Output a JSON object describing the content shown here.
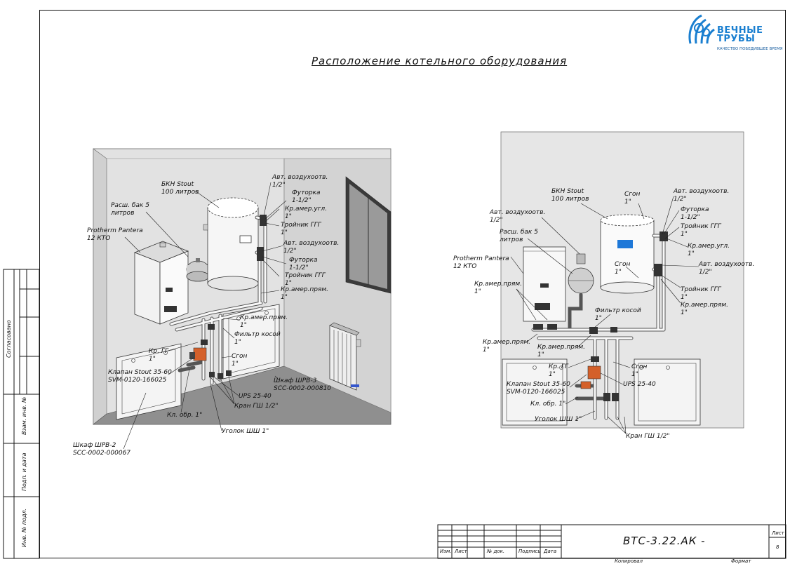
{
  "title": "Расположение котельного оборудования",
  "logo": {
    "line1": "ВЕЧНЫЕ",
    "line2": "ТРУБЫ",
    "slogan": "КАЧЕСТВО ПОБЕДИВШЕЕ ВРЕМЯ",
    "color": "#1a7fd0"
  },
  "left_labels": {
    "bkn": "БКН Stout\n100 литров",
    "avt_top": "Авт. воздухоотв.\n1/2\"",
    "futorka_top": "Футорка\n1-1/2\"",
    "kr_amer_ugl": "Кр.амер.угл.\n1\"",
    "troynik_top": "Тройник ГГГ\n1\"",
    "avt_bot": "Авт. воздухоотв.\n1/2\"",
    "futorka_bot": "Футорка\n1-1/2\"",
    "troynik_bot": "Тройник ГГГ\n1\"",
    "kr_amer_pryam_1": "Кр.амер.прям.\n1\"",
    "ras_bak": "Расш. бак 5\nлитров",
    "protherm": "Protherm Pantera\n12 КТО",
    "kr_amer_pryam_2": "Кр.амер.прям.\n1\"",
    "filtr": "Фильтр косой\n1\"",
    "kr_gg": "Кр. ГГ\n1\"",
    "sgon": "Сгон\n1\"",
    "klapan": "Клапан Stout 35-60\nSVM-0120-166025",
    "shkaf3": "Шкаф ШРВ-3\nSCC-0002-000810",
    "ups": "UPS 25-40",
    "kran_gsh": "Кран ГШ 1/2\"",
    "kl_obr": "Кл. обр. 1\"",
    "ugolok": "Уголок ШШ 1\"",
    "shkaf2": "Шкаф ШРВ-2\nSCC-0002-000067"
  },
  "right_labels": {
    "bkn": "БКН Stout\n100 литров",
    "sgon_top": "Сгон\n1\"",
    "avt_top": "Авт. воздухоотв.\n1/2\"",
    "futorka": "Футорка\n1-1/2\"",
    "troynik_top": "Тройник ГГГ\n1\"",
    "avt_left": "Авт. воздухоотв.\n1/2\"",
    "ras_bak": "Расш. бак 5\nлитров",
    "kr_amer_ugl": "Кр.амер.угл.\n1\"",
    "sgon_mid": "Сгон\n1\"",
    "avt_right": "Авт. воздухоотв.\n1/2\"",
    "protherm": "Protherm Pantera\n12 КТО",
    "kr_amer_pryam_l": "Кр.амер.прям.\n1\"",
    "troynik_bot": "Тройник ГГГ\n1\"",
    "kr_amer_pryam_r": "Кр.амер.прям.\n1\"",
    "filtr": "Фильтр косой\n1\"",
    "kr_amer_pryam_b1": "Кр.амер.прям.\n1\"",
    "kr_amer_pryam_b2": "Кр.амер.прям.\n1\"",
    "kr_gg": "Кр. ГГ\n1\"",
    "sgon_bot": "Сгон\n1\"",
    "klapan": "Клапан Stout 35-60\nSVM-0120-166025",
    "ups": "UPS 25-40",
    "kl_obr": "Кл. обр. 1\"",
    "ugolok": "Уголок ШШ 1\"",
    "kran_gsh": "Кран ГШ 1/2\""
  },
  "side_stamp": {
    "soglasovano": "Согласовано",
    "vzam": "Взам. инв. №",
    "podp": "Подп. и дата",
    "inv": "Инв. № подл."
  },
  "title_block": {
    "izm": "Изм.",
    "list": "Лист",
    "ndok": "№ док.",
    "podpis": "Подпись",
    "data": "Дата",
    "code": "ВТС-3.22.АК -",
    "list_label": "Лист",
    "list_num": "8",
    "kopiroval": "Копировал",
    "format": "Формат"
  }
}
